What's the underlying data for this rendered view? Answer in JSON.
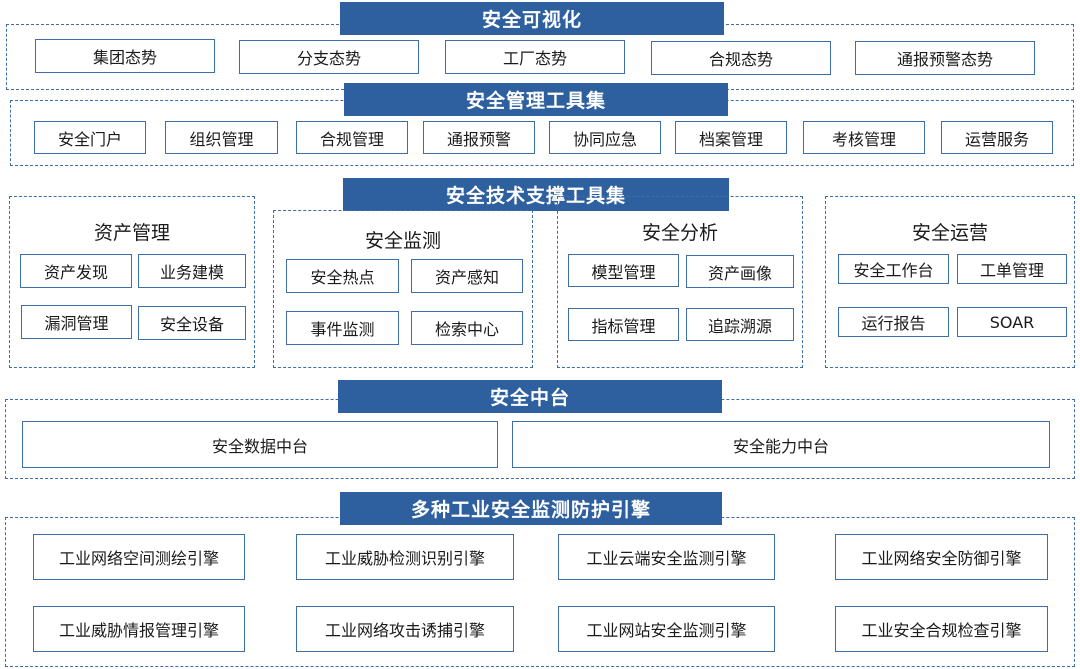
{
  "visualization": {
    "title": "安全可视化",
    "items": [
      "集团态势",
      "分支态势",
      "工厂态势",
      "合规态势",
      "通报预警态势"
    ]
  },
  "management": {
    "title": "安全管理工具集",
    "items": [
      "安全门户",
      "组织管理",
      "合规管理",
      "通报预警",
      "协同应急",
      "档案管理",
      "考核管理",
      "运营服务"
    ]
  },
  "tech_support": {
    "title": "安全技术支撑工具集",
    "groups": [
      {
        "title": "资产管理",
        "items": [
          "资产发现",
          "业务建模",
          "漏洞管理",
          "安全设备"
        ]
      },
      {
        "title": "安全监测",
        "items": [
          "安全热点",
          "资产感知",
          "事件监测",
          "检索中心"
        ]
      },
      {
        "title": "安全分析",
        "items": [
          "模型管理",
          "资产画像",
          "指标管理",
          "追踪溯源"
        ]
      },
      {
        "title": "安全运营",
        "items": [
          "安全工作台",
          "工单管理",
          "运行报告",
          "SOAR"
        ]
      }
    ]
  },
  "middle_platform": {
    "title": "安全中台",
    "items": [
      "安全数据中台",
      "安全能力中台"
    ]
  },
  "engines": {
    "title": "多种工业安全监测防护引擎",
    "items": [
      "工业网络空间测绘引擎",
      "工业威胁检测识别引擎",
      "工业云端安全监测引擎",
      "工业网络安全防御引擎",
      "工业威胁情报管理引擎",
      "工业网络攻击诱捕引擎",
      "工业网站安全监测引擎",
      "工业安全合规检查引擎"
    ]
  }
}
